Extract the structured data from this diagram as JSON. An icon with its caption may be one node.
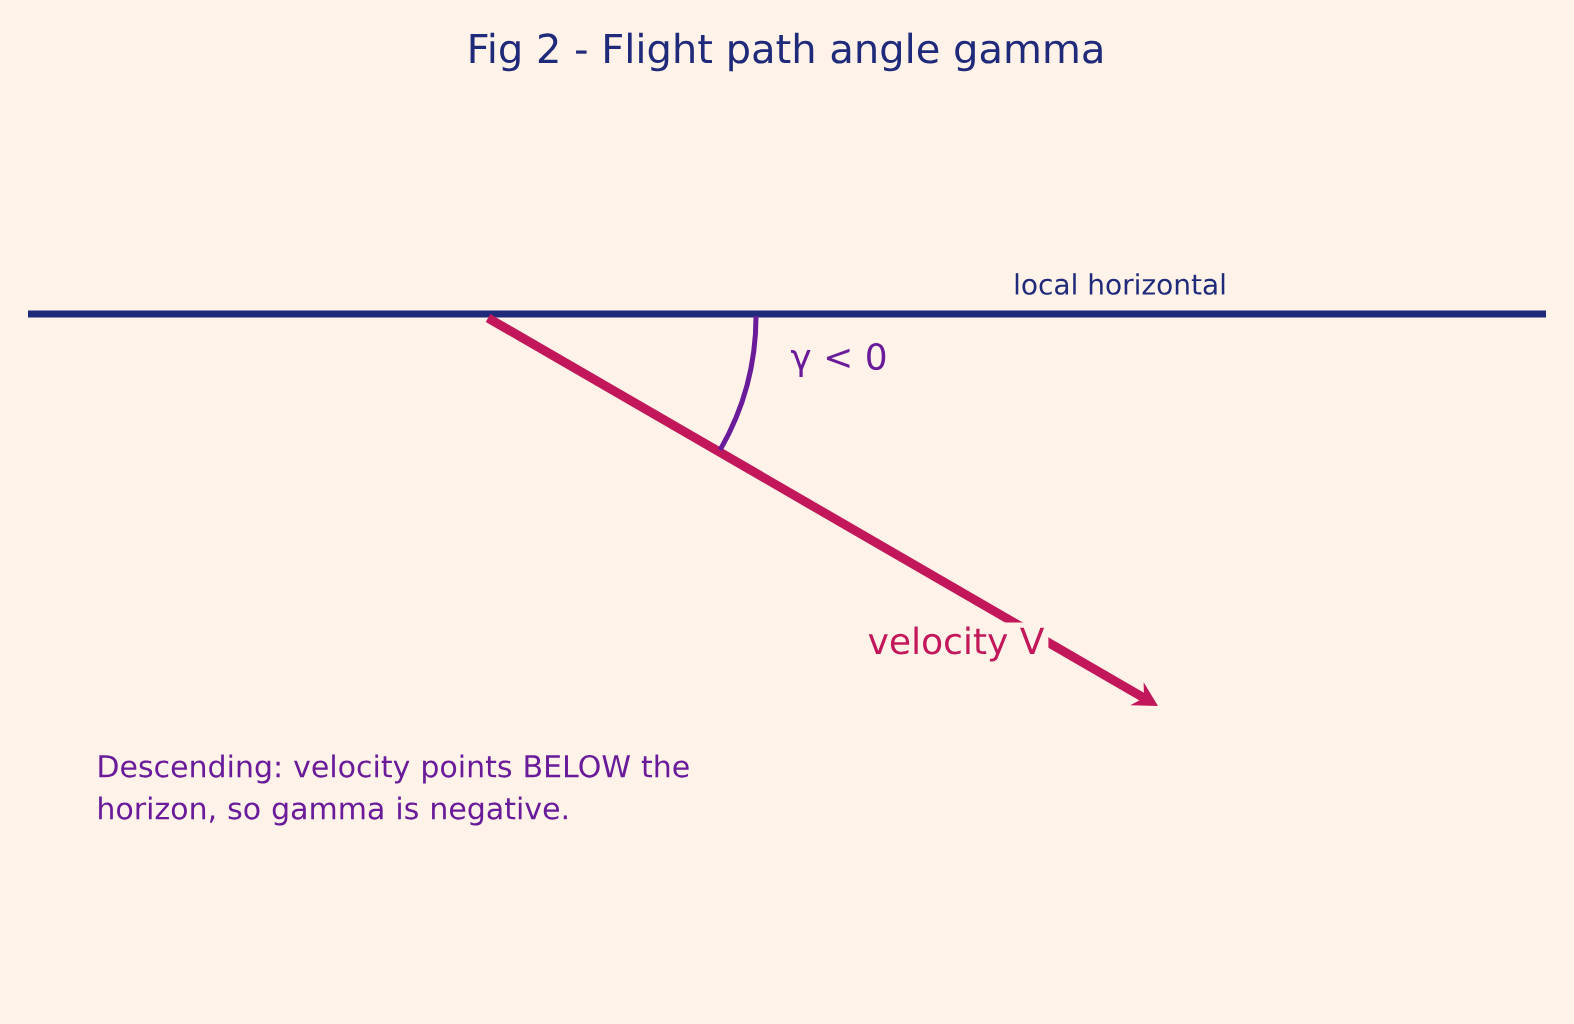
{
  "diagram": {
    "title": "Fig 2 - Flight path angle gamma",
    "labels": [
      "local horizontal",
      "γ < 0",
      "velocity  V",
      "Descending: velocity points BELOW the horizon, so gamma is negative."
    ]
  }
}
